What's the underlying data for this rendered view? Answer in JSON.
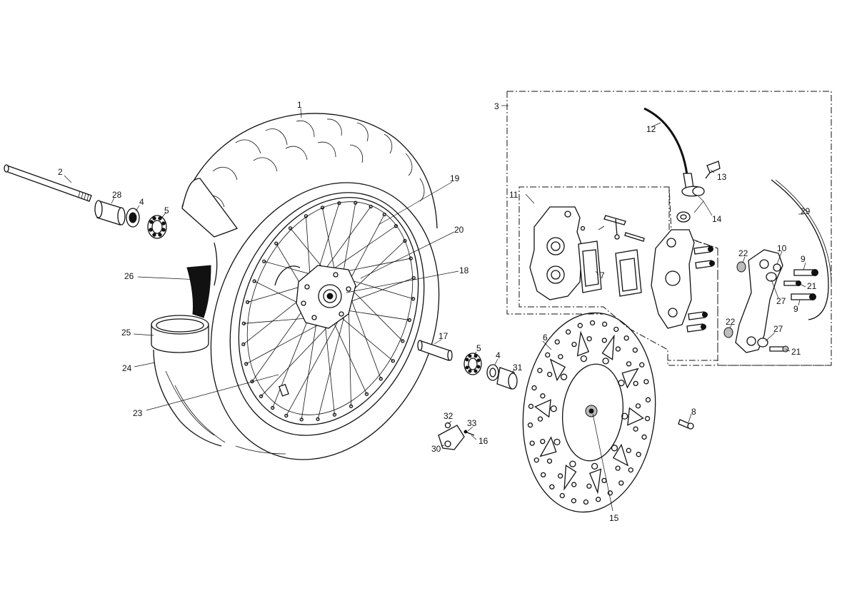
{
  "callouts": [
    {
      "id": "1",
      "label": "1"
    },
    {
      "id": "2",
      "label": "2"
    },
    {
      "id": "3",
      "label": "3"
    },
    {
      "id": "4a",
      "label": "4"
    },
    {
      "id": "4b",
      "label": "4"
    },
    {
      "id": "5a",
      "label": "5"
    },
    {
      "id": "5b",
      "label": "5"
    },
    {
      "id": "6",
      "label": "6"
    },
    {
      "id": "7",
      "label": "7"
    },
    {
      "id": "8",
      "label": "8"
    },
    {
      "id": "9a",
      "label": "9"
    },
    {
      "id": "9b",
      "label": "9"
    },
    {
      "id": "10",
      "label": "10"
    },
    {
      "id": "11",
      "label": "11"
    },
    {
      "id": "12",
      "label": "12"
    },
    {
      "id": "13",
      "label": "13"
    },
    {
      "id": "14",
      "label": "14"
    },
    {
      "id": "15",
      "label": "15"
    },
    {
      "id": "16",
      "label": "16"
    },
    {
      "id": "17",
      "label": "17"
    },
    {
      "id": "18",
      "label": "18"
    },
    {
      "id": "19",
      "label": "19"
    },
    {
      "id": "20",
      "label": "20"
    },
    {
      "id": "21a",
      "label": "21"
    },
    {
      "id": "21b",
      "label": "21"
    },
    {
      "id": "22a",
      "label": "22"
    },
    {
      "id": "22b",
      "label": "22"
    },
    {
      "id": "23",
      "label": "23"
    },
    {
      "id": "24",
      "label": "24"
    },
    {
      "id": "25",
      "label": "25"
    },
    {
      "id": "26",
      "label": "26"
    },
    {
      "id": "27a",
      "label": "27"
    },
    {
      "id": "27b",
      "label": "27"
    },
    {
      "id": "28",
      "label": "28"
    },
    {
      "id": "29",
      "label": "29"
    },
    {
      "id": "30",
      "label": "30"
    },
    {
      "id": "31",
      "label": "31"
    },
    {
      "id": "32",
      "label": "32"
    },
    {
      "id": "33",
      "label": "33"
    }
  ]
}
